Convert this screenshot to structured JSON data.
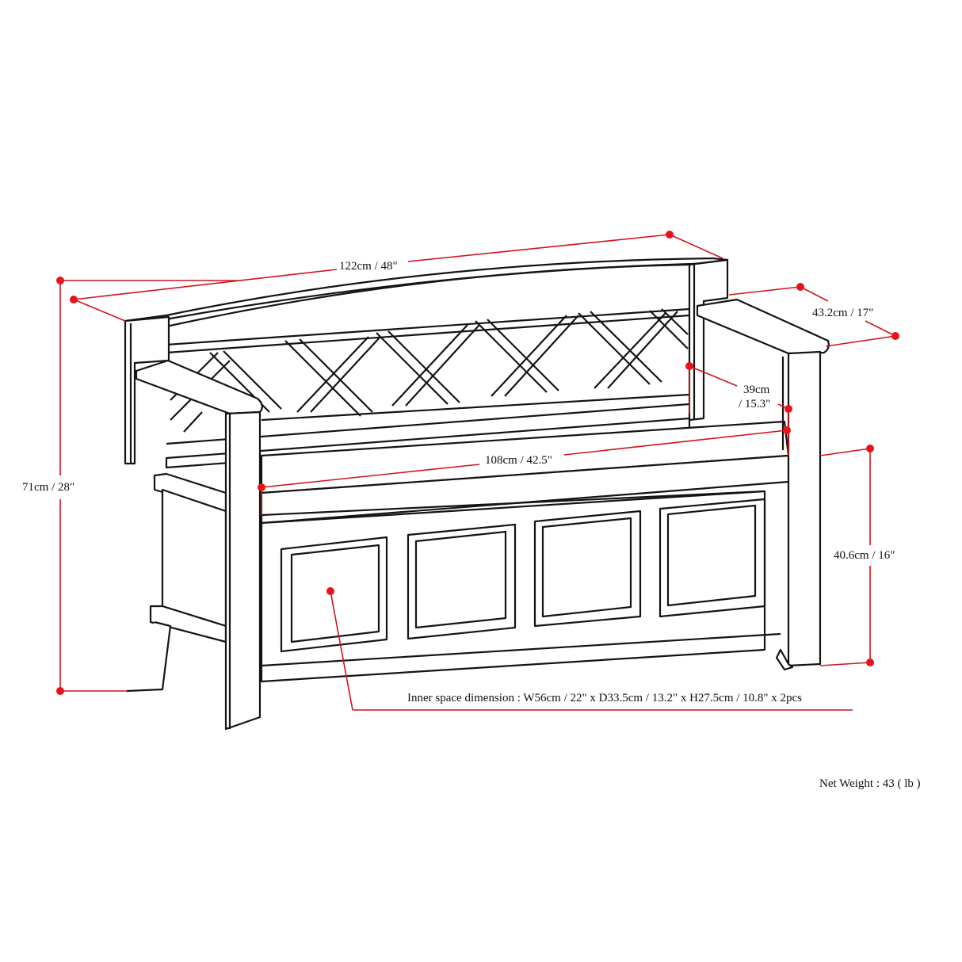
{
  "diagram": {
    "subject": "storage bench with lattice back, two armrests and four raised front panels",
    "colors": {
      "dimension_line": "#d0141c",
      "dimension_dot": "#e8121c",
      "drawing_ink": "#141414",
      "background": "#ffffff"
    },
    "dimensions": {
      "overall_width": "122cm / 48\"",
      "overall_depth": "43.2cm / 17\"",
      "seat_depth_line1": "39cm",
      "seat_depth_line2": "/ 15.3\"",
      "seat_width": "108cm / 42.5\"",
      "overall_height": "71cm / 28\"",
      "seat_height": "40.6cm / 16\""
    },
    "notes": {
      "inner_space": "Inner space dimension : W56cm / 22\" x D33.5cm / 13.2\" x H27.5cm / 10.8\" x 2pcs",
      "net_weight": "Net Weight : 43 ( lb )"
    }
  }
}
